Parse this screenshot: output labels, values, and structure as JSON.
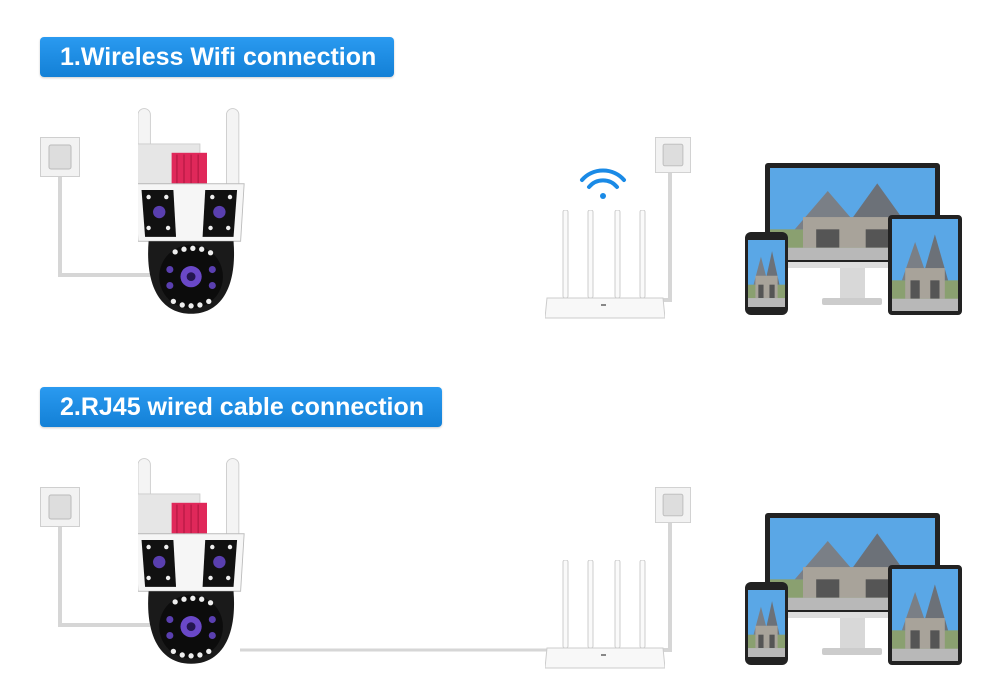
{
  "sections": [
    {
      "title": "1.Wireless Wifi connection",
      "mode": "wifi"
    },
    {
      "title": "2.RJ45 wired cable connection",
      "mode": "wired"
    }
  ],
  "colors": {
    "label_blue": "#1a8ae6",
    "wifi_blue": "#1a8ae6",
    "camera_pink": "#e0285a"
  },
  "icons": [
    "power-outlet-icon",
    "camera-icon",
    "wifi-icon",
    "router-icon",
    "monitor-icon",
    "phone-icon",
    "tablet-icon"
  ]
}
